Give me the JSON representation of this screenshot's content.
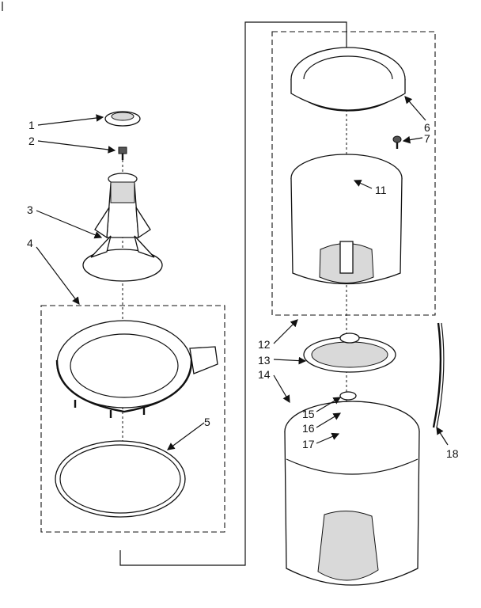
{
  "callouts": {
    "c1": "1",
    "c2": "2",
    "c3": "3",
    "c4": "4",
    "c5": "5",
    "c6": "6",
    "c7": "7",
    "c11": "11",
    "c12": "12",
    "c13": "13",
    "c14": "14",
    "c15": "15",
    "c16": "16",
    "c17": "17",
    "c18": "18"
  }
}
